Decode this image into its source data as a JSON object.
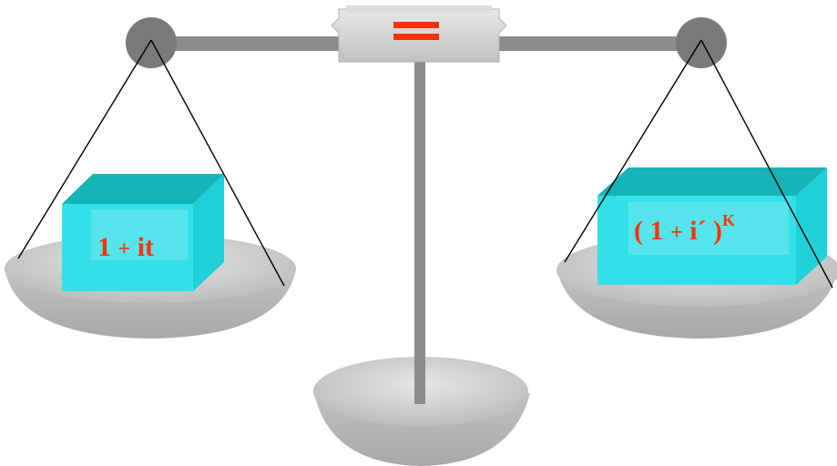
{
  "colors": {
    "beam": "#8c8c8c",
    "pivot": "#7a7a7a",
    "pan": "#c9c9c9",
    "pan_shadow": "#9e9e9e",
    "cube_front": "#33e0e8",
    "cube_top": "#16b3b8",
    "cube_side": "#1fd0d6",
    "cube_inner": "#6ee8ee",
    "text": "#ff3300",
    "equals_box": "#d4d4d4"
  },
  "icons": {
    "equals": "equals-icon"
  },
  "left_pan": {
    "expr_main": "1",
    "expr_plus": "+",
    "expr_tail": "it"
  },
  "right_pan": {
    "expr_open": "( 1",
    "expr_plus": "+",
    "expr_mid": "i´ )",
    "expr_exp": "K"
  }
}
